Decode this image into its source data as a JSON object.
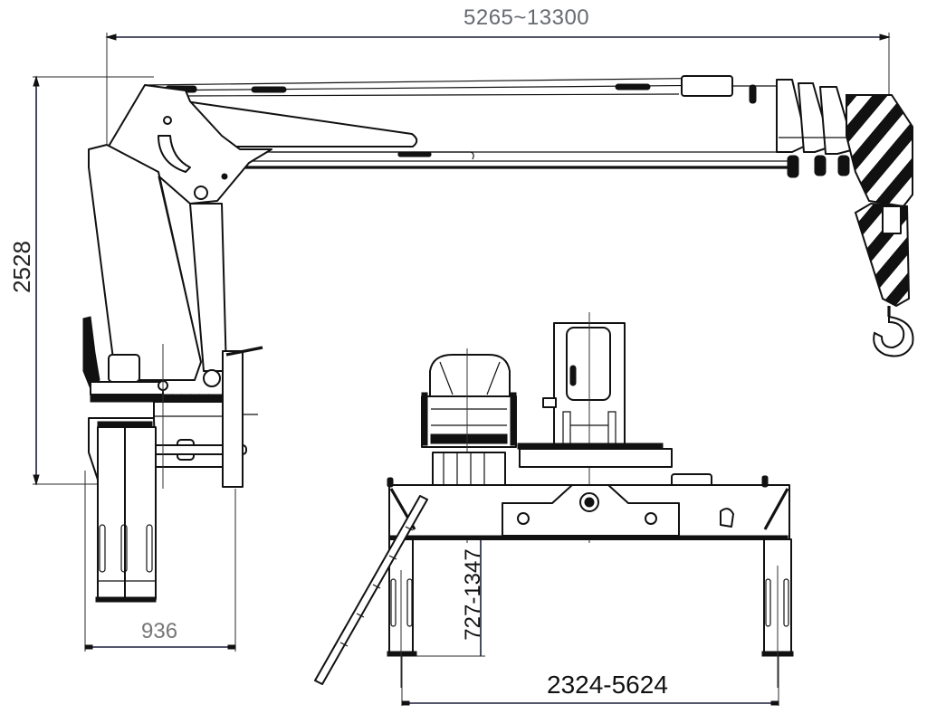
{
  "drawing": {
    "title": "Knuckle/telescopic crane general arrangement",
    "views": [
      "side-elevation",
      "front-elevation"
    ],
    "colors": {
      "line": "#111111",
      "dimension_line": "#1a1f3a",
      "background": "#ffffff",
      "label_grey": "#666a70"
    }
  },
  "dimensions": {
    "boom_reach": {
      "label": "5265~13300",
      "orientation": "horizontal"
    },
    "overall_height": {
      "label": "2528",
      "orientation": "vertical"
    },
    "base_width": {
      "label": "936",
      "orientation": "horizontal"
    },
    "outrigger_height": {
      "label": "727-1347",
      "orientation": "vertical"
    },
    "outrigger_span": {
      "label": "2324-5624",
      "orientation": "horizontal"
    }
  },
  "components": [
    {
      "name": "telescopic-boom",
      "sections": 4
    },
    {
      "name": "boom-head-sheaves",
      "count": 3
    },
    {
      "name": "hook-block",
      "pattern": "black-white diagonal stripes"
    },
    {
      "name": "operator-seat"
    },
    {
      "name": "slewing-column"
    },
    {
      "name": "outrigger-legs"
    },
    {
      "name": "access-ladder"
    }
  ]
}
